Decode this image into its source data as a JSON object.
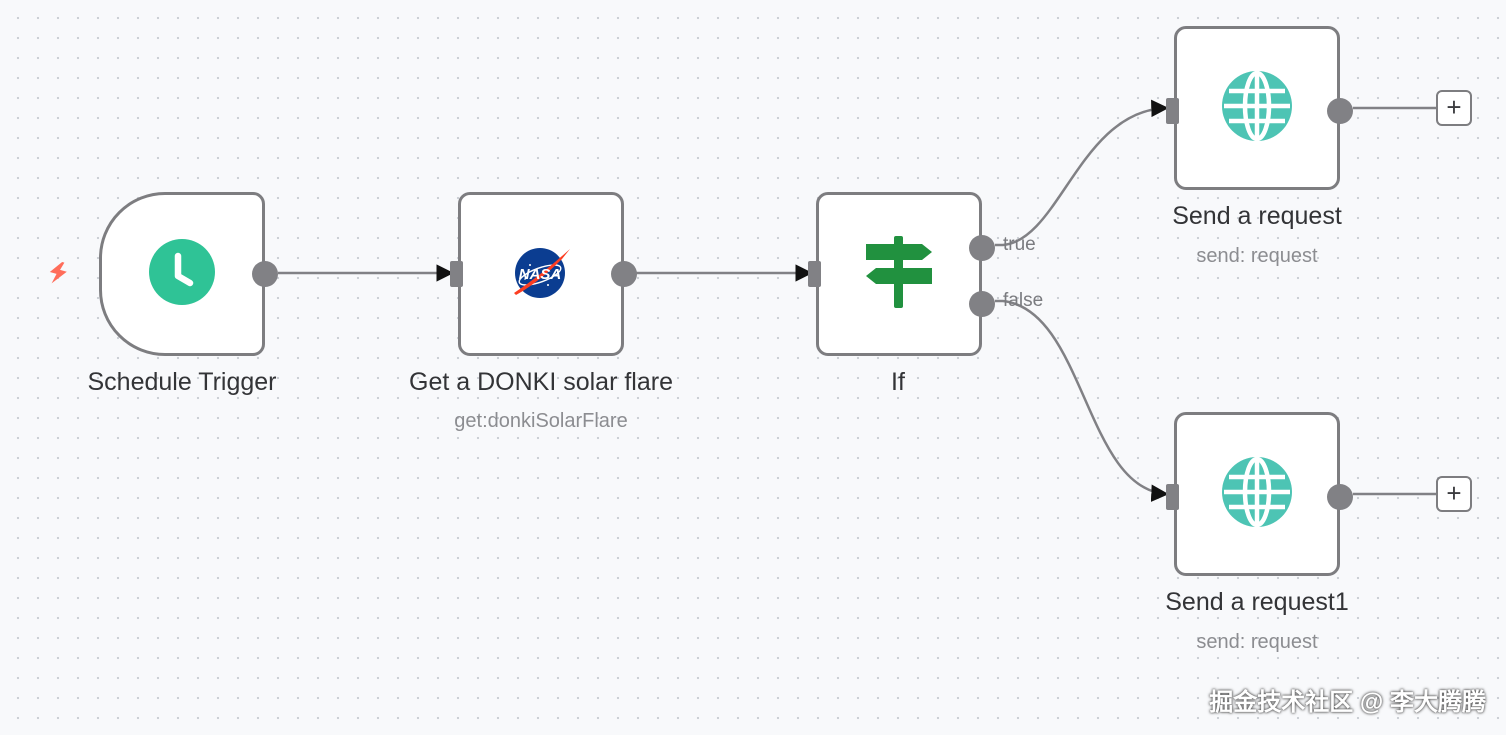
{
  "canvas": {
    "nodes": [
      {
        "id": "schedule-trigger",
        "name": "Schedule Trigger",
        "subtitle": "",
        "icon": "clock-icon"
      },
      {
        "id": "nasa",
        "name": "Get a DONKI solar flare",
        "subtitle": "get:donkiSolarFlare",
        "icon": "nasa-logo-icon"
      },
      {
        "id": "if",
        "name": "If",
        "subtitle": "",
        "icon": "signpost-icon"
      },
      {
        "id": "send-request",
        "name": "Send a request",
        "subtitle": "send: request",
        "icon": "globe-icon"
      },
      {
        "id": "send-request1",
        "name": "Send a request1",
        "subtitle": "send: request",
        "icon": "globe-icon"
      }
    ],
    "branches": {
      "true_label": "true",
      "false_label": "false"
    },
    "add_label": "+"
  },
  "colors": {
    "trigger_accent": "#ff6d5a",
    "clock": "#2fc396",
    "signpost": "#21913f",
    "globe": "#4dc4b4",
    "connector": "#818185"
  },
  "watermark": "掘金技术社区 @ 李大腾腾"
}
